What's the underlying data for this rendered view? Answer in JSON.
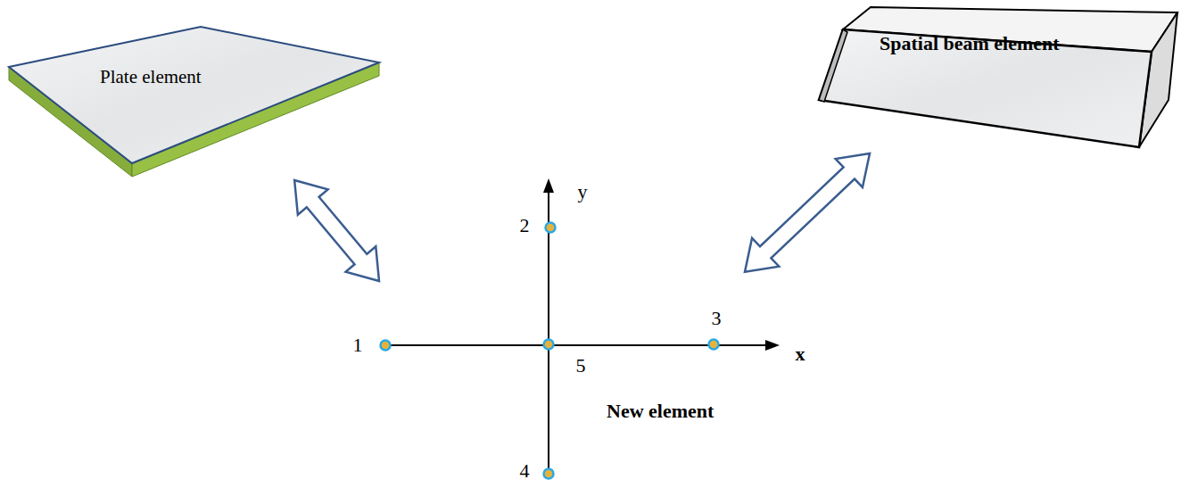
{
  "diagram": {
    "nodes": [
      {
        "text": [
          "Plate element"
        ]
      },
      {
        "text": [
          "Spatial beam element"
        ]
      },
      {
        "text": [
          "New element"
        ]
      }
    ],
    "edges": [
      {
        "from": 0,
        "to": 2,
        "arrow": "both"
      },
      {
        "from": 1,
        "to": 2,
        "arrow": "both"
      }
    ],
    "labels": [
      "y",
      "2",
      "1",
      "3",
      "x",
      "5",
      "4"
    ]
  }
}
